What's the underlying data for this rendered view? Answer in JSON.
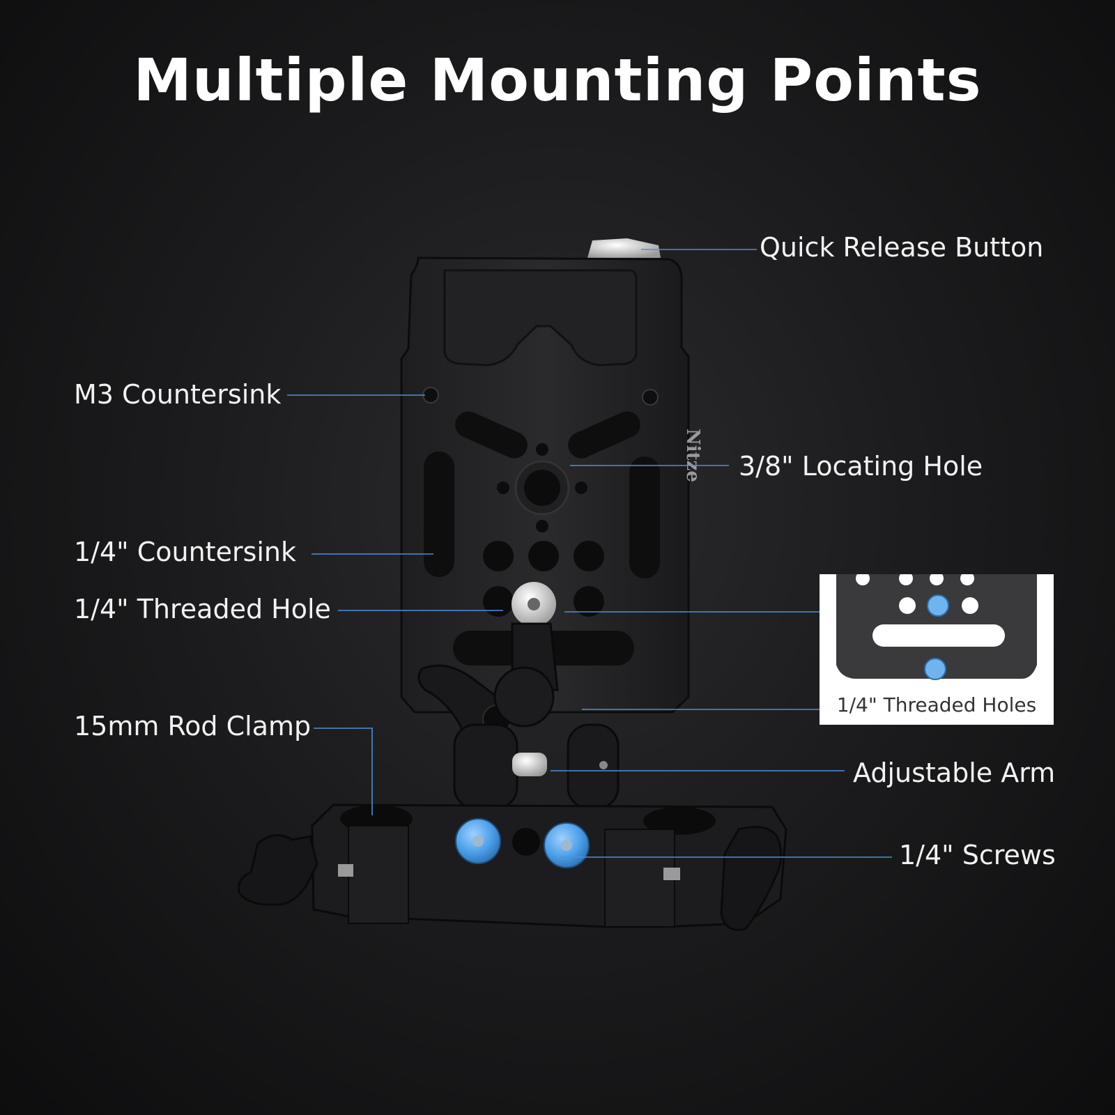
{
  "title": "Multiple Mounting Points",
  "brand_mark": "Nitze",
  "labels": {
    "quick_release_button": "Quick Release Button",
    "m3_countersink": "M3 Countersink",
    "locating_hole": "3/8\" Locating Hole",
    "quarter_countersink": "1/4\" Countersink",
    "quarter_threaded_hole": "1/4\" Threaded Hole",
    "rod_clamp": "15mm Rod Clamp",
    "adjustable_arm": "Adjustable Arm",
    "quarter_screws": "1/4\" Screws"
  },
  "inset": {
    "caption": "1/4\" Threaded Holes"
  },
  "colors": {
    "background": "#1c1c1e",
    "leader_line": "#4f8fd8",
    "screw_blue": "#4a9ee8",
    "text": "#ffffff"
  }
}
